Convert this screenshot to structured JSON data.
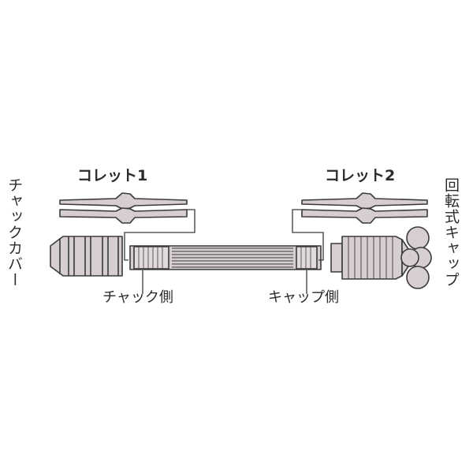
{
  "labels": {
    "collet1": "コレット1",
    "collet2": "コレット2",
    "chuck_cover": "チャックカバー",
    "rotating_cap": "回転式キャップ",
    "chuck_side": "チャック側",
    "cap_side": "キャップ側"
  },
  "colors": {
    "part_fill": "#d7cfcf",
    "stroke": "#3a3a3a",
    "background": "#ffffff"
  }
}
